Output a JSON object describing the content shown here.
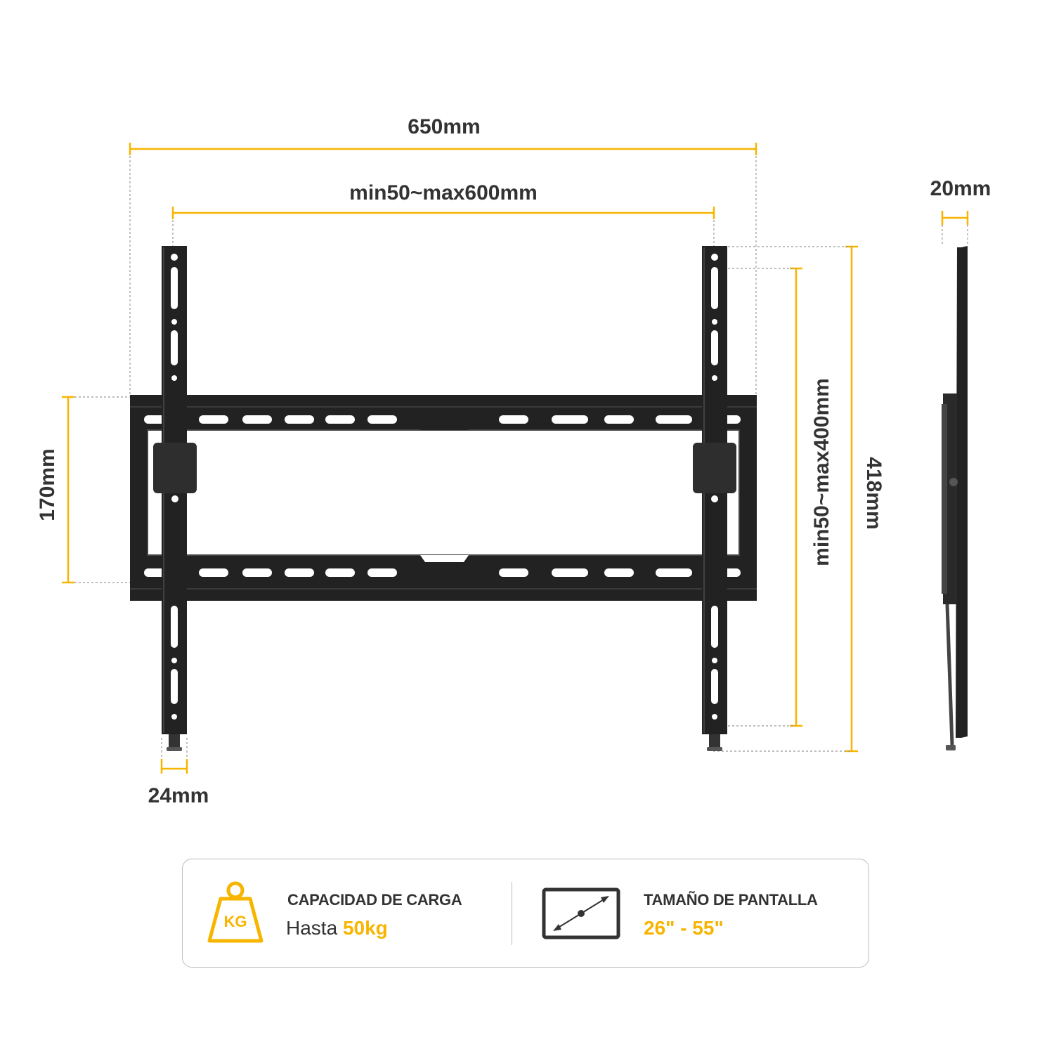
{
  "colors": {
    "accent": "#f7b500",
    "metal": "#222222",
    "text": "#333333",
    "guide": "#999999"
  },
  "dimensions": {
    "overall_width": "650mm",
    "vesa_horizontal": "min50~max600mm",
    "wall_plate_height": "170mm",
    "vesa_vertical": "min50~max400mm",
    "arm_height": "418mm",
    "arm_width": "24mm",
    "profile_depth": "20mm"
  },
  "specs": {
    "load": {
      "icon": "weight-icon",
      "icon_text": "KG",
      "title": "CAPACIDAD DE CARGA",
      "value_prefix": "Hasta",
      "value_highlight": "50kg"
    },
    "screen": {
      "icon": "screen-size-icon",
      "title": "TAMAÑO DE PANTALLA",
      "value_highlight": "26\" - 55\""
    }
  }
}
